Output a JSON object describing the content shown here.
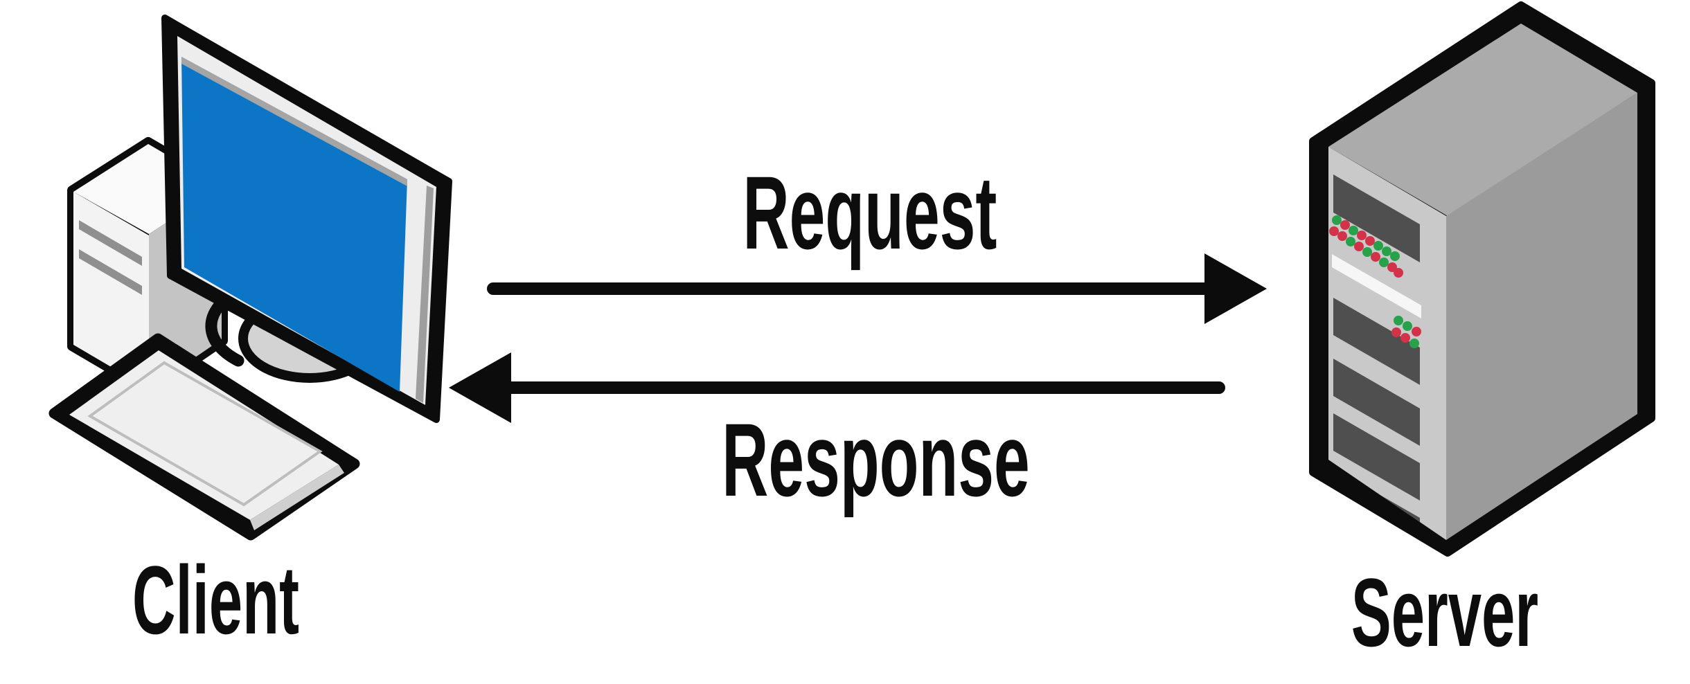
{
  "diagram": {
    "client": {
      "label": "Client"
    },
    "server": {
      "label": "Server"
    },
    "arrows": {
      "request": {
        "label": "Request"
      },
      "response": {
        "label": "Response"
      }
    },
    "colors": {
      "outline_black": "#0c0c0c",
      "screen_blue": "#0d75c5",
      "led_green": "#27a24b",
      "led_red": "#d23349",
      "server_front_gray": "#c9c9c9",
      "server_top_gray": "#ababab",
      "server_side_gray": "#9b9b9b",
      "bay_dark_gray": "#4f4f4f"
    }
  }
}
